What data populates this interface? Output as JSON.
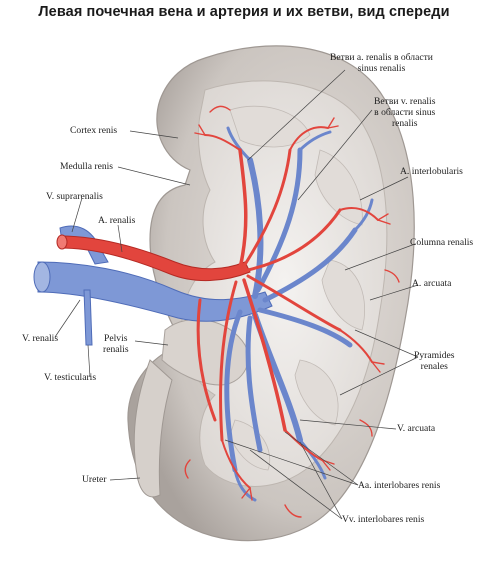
{
  "title": "Левая почечная вена и артерия и их ветви, вид спереди",
  "labels": {
    "vetvi_a_renalis_1": "Ветви a. renalis в области",
    "vetvi_a_renalis_2": "sinus renalis",
    "vetvi_v_renalis_1": "Ветви v. renalis",
    "vetvi_v_renalis_2": "в области sinus",
    "vetvi_v_renalis_3": "renalis",
    "cortex": "Cortex renis",
    "medulla": "Medulla renis",
    "a_interlobularis": "A. interlobularis",
    "v_suprarenalis": "V. suprarenalis",
    "a_renalis": "A. renalis",
    "columna": "Columna renalis",
    "a_arcuata": "A. arcuata",
    "v_renalis": "V. renalis",
    "pelvis_1": "Pelvis",
    "pelvis_2": "renalis",
    "pyramides_1": "Pyramides",
    "pyramides_2": "renales",
    "v_testicularis": "V. testicularis",
    "v_arcuata": "V. arcuata",
    "ureter": "Ureter",
    "aa_interlobares": "Aa. interlobares renis",
    "vv_interlobares": "Vv. interlobares renis"
  },
  "colors": {
    "artery": "#e2453d",
    "vein": "#7e98d6",
    "vein_dark": "#4f6cb8",
    "cortex": "#cfcac6",
    "medulla": "#ece8e5",
    "capsule": "#b7b1ad",
    "leader": "#444444"
  }
}
